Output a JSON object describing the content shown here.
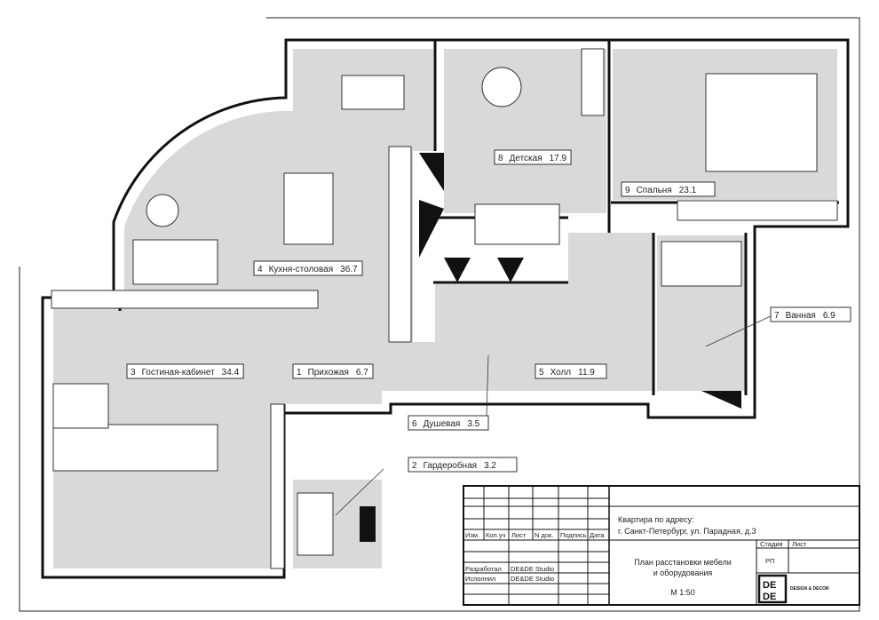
{
  "rooms": [
    {
      "num": "1",
      "name": "Прихожая",
      "area": "6.7"
    },
    {
      "num": "2",
      "name": "Гардеробная",
      "area": "3.2"
    },
    {
      "num": "3",
      "name": "Гостиная-кабинет",
      "area": "34.4"
    },
    {
      "num": "4",
      "name": "Кухня-столовая",
      "area": "36.7"
    },
    {
      "num": "5",
      "name": "Холл",
      "area": "11.9"
    },
    {
      "num": "6",
      "name": "Душевая",
      "area": "3.5"
    },
    {
      "num": "7",
      "name": "Ванная",
      "area": "6.9"
    },
    {
      "num": "8",
      "name": "Детская",
      "area": "17.9"
    },
    {
      "num": "9",
      "name": "Спальня",
      "area": "23.1"
    }
  ],
  "title_block": {
    "headers": [
      "Изм.",
      "Кол.уч",
      "Лист",
      "N док.",
      "Подпись",
      "Дата"
    ],
    "address_line1": "Квартира по адресу:",
    "address_line2": "г. Санкт-Петербург, ул. Парадная, д.3",
    "developed_label": "Разработал",
    "developed_value": "DE&DE Studio",
    "executed_label": "Исполнил",
    "executed_value": "DE&DE Studio",
    "drawing_title_1": "План расстановки мебели",
    "drawing_title_2": "и оборудования",
    "scale": "М 1:50",
    "stage_label": "Стадия",
    "sheet_label": "Лист",
    "stage_value": "РП",
    "logo_text": "DE DE",
    "logo_caption": "DESIGN & DECOR"
  },
  "colors": {
    "floor": "#d9d9d9",
    "wall": "#111111"
  }
}
